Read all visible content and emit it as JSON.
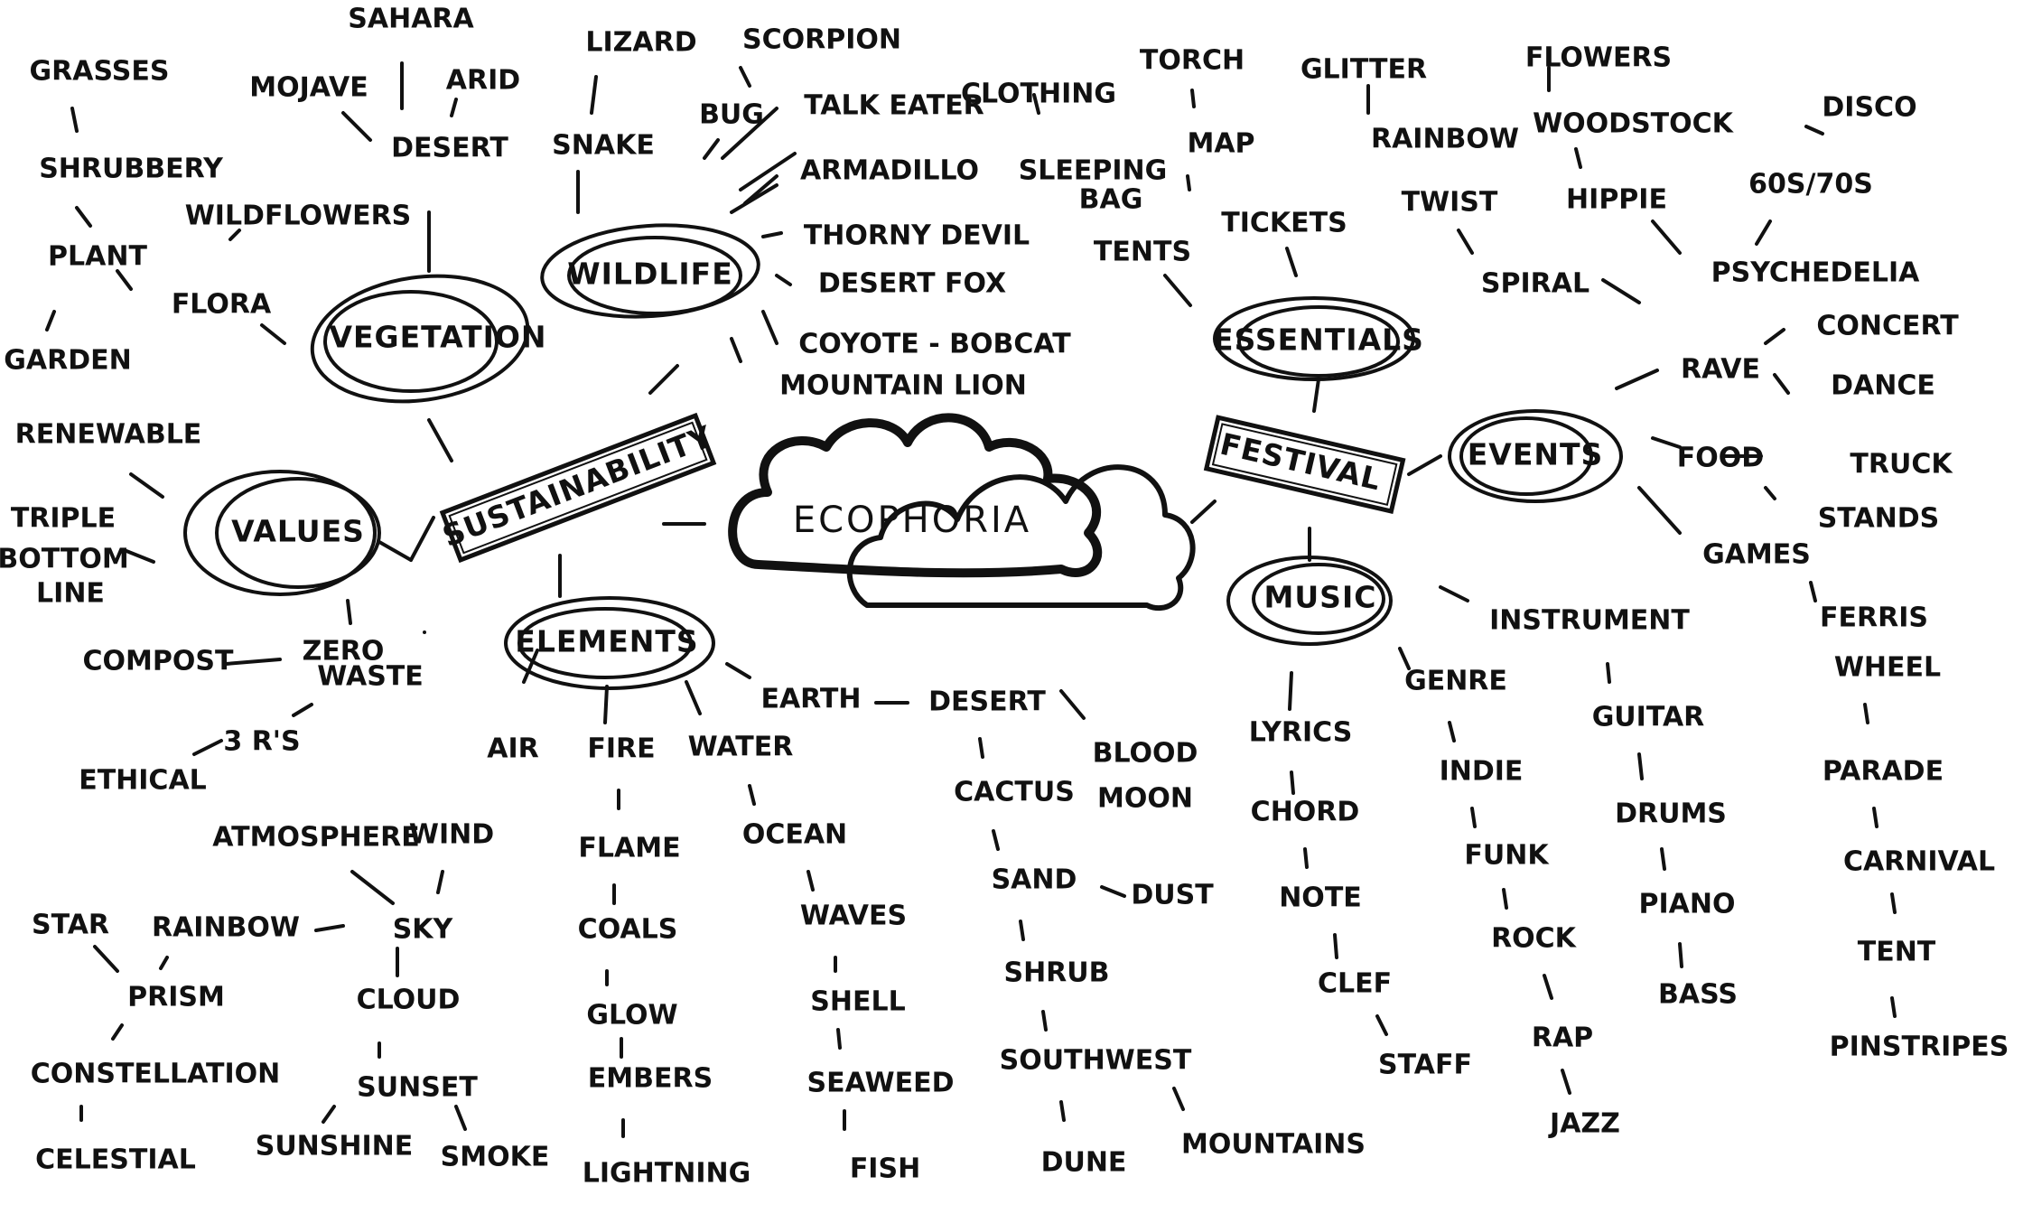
{
  "center": "ECOPHORIA",
  "branches": {
    "sustainability": "SUSTAINABILITY",
    "festival": "FESTIVAL"
  },
  "hubs": {
    "vegetation": "VEGETATION",
    "wildlife": "WILDLIFE",
    "values": "VALUES",
    "elements": "ELEMENTS",
    "essentials": "ESSENTIALS",
    "events": "EVENTS",
    "music": "MUSIC"
  },
  "words": {
    "sahara": "SAHARA",
    "grasses": "GRASSES",
    "mojave": "MOJAVE",
    "arid": "ARID",
    "desert": "DESERT",
    "shrubbery": "SHRUBBERY",
    "plant": "PLANT",
    "wildflowers": "WILDFLOWERS",
    "flora": "FLORA",
    "garden": "GARDEN",
    "lizard": "LIZARD",
    "scorpion": "SCORPION",
    "bug": "BUG",
    "snake": "SNAKE",
    "talk_eater": "TALK EATER",
    "armadillo": "ARMADILLO",
    "thorny_devil": "THORNY DEVIL",
    "desert_fox": "DESERT FOX",
    "coyote_bobcat": "COYOTE - BOBCAT",
    "mountain_lion": "MOUNTAIN LION",
    "renewable": "RENEWABLE",
    "triple": "TRIPLE",
    "bottom": "BOTTOM",
    "line": "LINE",
    "compost": "COMPOST",
    "zero": "ZERO",
    "waste": "WASTE",
    "three_rs": "3 R'S",
    "ethical": "ETHICAL",
    "air": "AIR",
    "fire": "FIRE",
    "water": "WATER",
    "earth": "EARTH",
    "earth_desert": "DESERT",
    "atmosphere": "ATMOSPHERE",
    "wind": "WIND",
    "star": "STAR",
    "rainbow_air": "RAINBOW",
    "sky": "SKY",
    "prism": "PRISM",
    "cloud": "CLOUD",
    "constellation": "CONSTELLATION",
    "sunset": "SUNSET",
    "celestial": "CELESTIAL",
    "sunshine": "SUNSHINE",
    "smoke": "SMOKE",
    "flame": "FLAME",
    "coals": "COALS",
    "glow": "GLOW",
    "embers": "EMBERS",
    "lightning": "LIGHTNING",
    "ocean": "OCEAN",
    "waves": "WAVES",
    "shell": "SHELL",
    "seaweed": "SEAWEED",
    "fish": "FISH",
    "cactus": "CACTUS",
    "blood": "BLOOD",
    "moon": "MOON",
    "sand": "SAND",
    "dust": "DUST",
    "shrub": "SHRUB",
    "southwest": "SOUTHWEST",
    "dune": "DUNE",
    "mountains": "MOUNTAINS",
    "torch": "TORCH",
    "glitter": "GLITTER",
    "flowers": "FLOWERS",
    "clothing": "CLOTHING",
    "map": "MAP",
    "rainbow": "RAINBOW",
    "woodstock": "WOODSTOCK",
    "sleeping": "SLEEPING",
    "bag": "BAG",
    "tents": "TENTS",
    "tickets": "TICKETS",
    "twist": "TWIST",
    "hippie": "HIPPIE",
    "disco": "DISCO",
    "sixties_seventies": "60S/70S",
    "spiral": "SPIRAL",
    "psychedelia": "PSYCHEDELIA",
    "rave": "RAVE",
    "concert": "CONCERT",
    "dance": "DANCE",
    "food": "FOOD",
    "truck": "TRUCK",
    "stands": "STANDS",
    "games": "GAMES",
    "ferris": "FERRIS",
    "wheel": "WHEEL",
    "parade": "PARADE",
    "carnival": "CARNIVAL",
    "tent": "TENT",
    "pinstripes": "PINSTRIPES",
    "instrument": "INSTRUMENT",
    "genre": "GENRE",
    "lyrics": "LYRICS",
    "guitar": "GUITAR",
    "indie": "INDIE",
    "chord": "CHORD",
    "drums": "DRUMS",
    "funk": "FUNK",
    "note": "NOTE",
    "piano": "PIANO",
    "rock": "ROCK",
    "clef": "CLEF",
    "bass": "BASS",
    "rap": "RAP",
    "staff": "STAFF",
    "jazz": "JAZZ"
  }
}
